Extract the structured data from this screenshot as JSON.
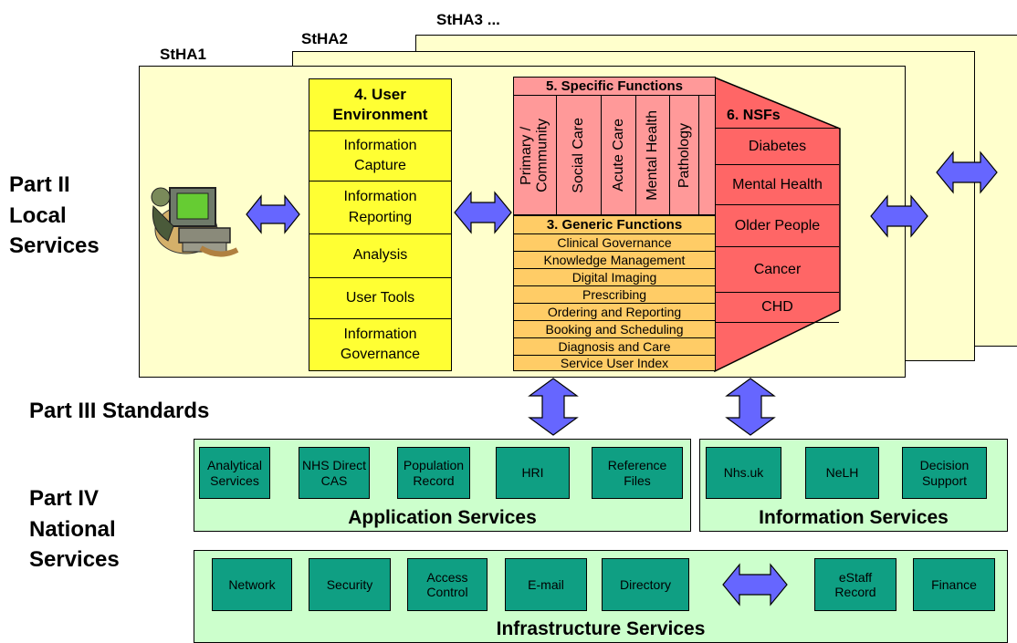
{
  "stha": {
    "s1": "StHA1",
    "s2": "StHA2",
    "s3": "StHA3 ..."
  },
  "parts": {
    "local": "Part II\nLocal\nServices",
    "standards": "Part III  Standards",
    "national": "Part IV\nNational\nServices"
  },
  "user_env": {
    "title": "4. User Environment",
    "items": [
      "Information\nCapture",
      "Information\nReporting",
      "Analysis",
      "User Tools",
      "Information\nGovernance"
    ]
  },
  "specific": {
    "title": "5. Specific Functions",
    "items": [
      "Primary /\nCommunity",
      "Social Care",
      "Acute Care",
      "Mental Health",
      "Pathology"
    ]
  },
  "generic": {
    "title": "3. Generic Functions",
    "items": [
      "Clinical Governance",
      "Knowledge Management",
      "Digital Imaging",
      "Prescribing",
      "Ordering and Reporting",
      "Booking and Scheduling",
      "Diagnosis and Care",
      "Service User Index"
    ]
  },
  "nsfs": {
    "title": "6. NSFs",
    "items": [
      "Diabetes",
      "Mental Health",
      "Older People",
      "Cancer",
      "CHD"
    ]
  },
  "application_services": {
    "title": "Application Services",
    "items": [
      "Analytical\nServices",
      "NHS Direct\nCAS",
      "Population\nRecord",
      "HRI",
      "Reference\nFiles"
    ]
  },
  "information_services": {
    "title": "Information Services",
    "items": [
      "Nhs.uk",
      "NeLH",
      "Decision\nSupport"
    ]
  },
  "infrastructure_services": {
    "title": "Infrastructure Services",
    "items": [
      "Network",
      "Security",
      "Access\nControl",
      "E-mail",
      "Directory",
      "eStaff\nRecord",
      "Finance"
    ]
  },
  "colors": {
    "panel": "#ffffcc",
    "user_env": "#ffff33",
    "specific": "#ff9999",
    "generic": "#ffcc66",
    "nsf": "#ff6666",
    "service_box": "#0f9f83",
    "service_panel": "#ccffcc",
    "arrow": "#6666ff"
  }
}
